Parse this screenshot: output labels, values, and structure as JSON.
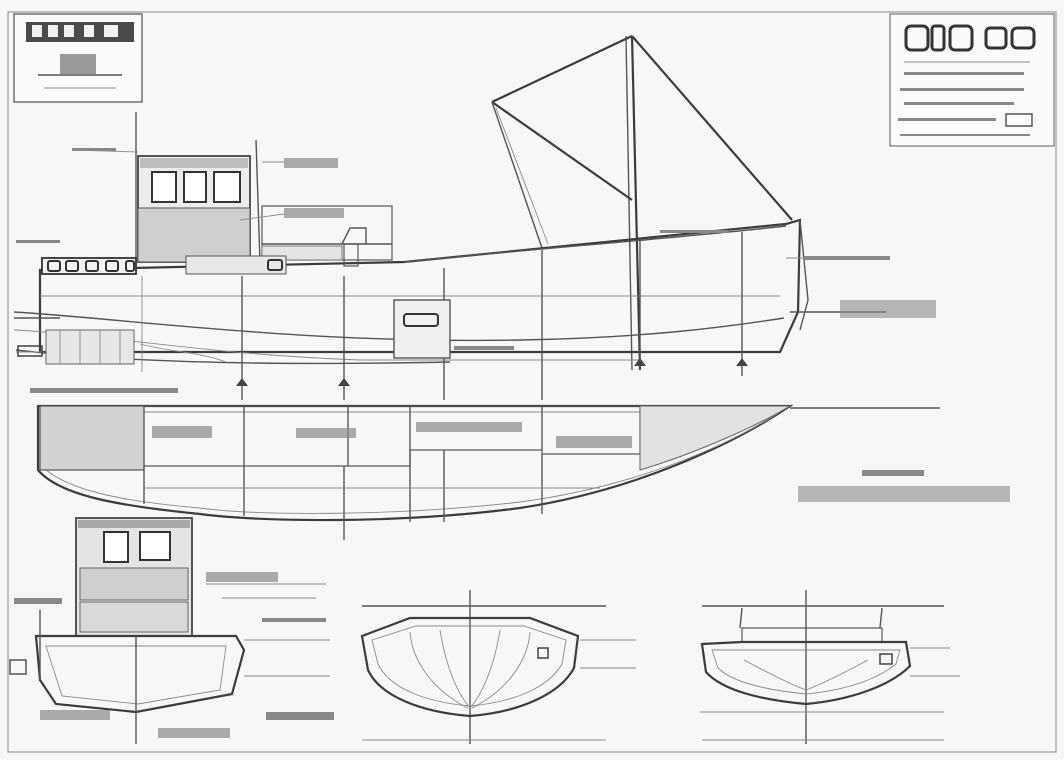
{
  "drawing": {
    "title_block": {
      "title": "",
      "note_lines": 5
    },
    "views": [
      "thumbnail-view",
      "profile-view",
      "plan-view",
      "body-plan-front",
      "section-view-mid",
      "section-view-aft"
    ],
    "colors": {
      "line": "#555555",
      "background": "#f7f7f5",
      "shade": "#d6d6d6"
    }
  }
}
